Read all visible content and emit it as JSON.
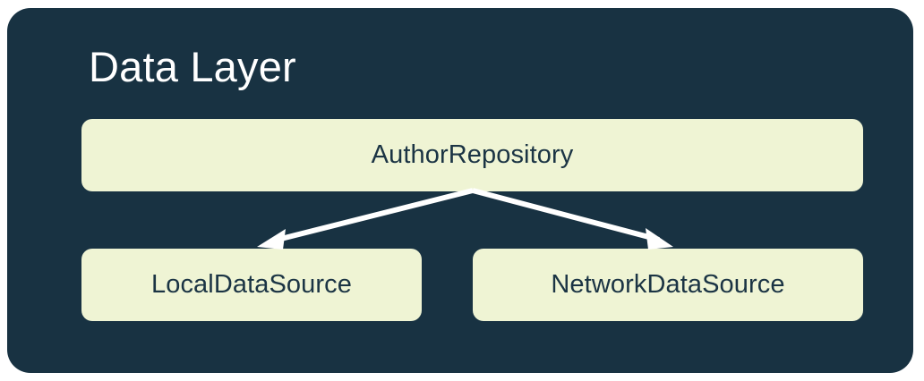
{
  "diagram": {
    "title": "Data Layer",
    "type": "architecture-layer-diagram",
    "colors": {
      "panel_background": "#183242",
      "page_background": "#ffffff",
      "node_fill": "#EFF4D4",
      "node_text": "#1B3444",
      "title_text": "#ffffff",
      "arrow": "#ffffff"
    },
    "nodes": {
      "repository": {
        "label": "AuthorRepository",
        "role": "repository"
      },
      "local": {
        "label": "LocalDataSource",
        "role": "data-source"
      },
      "network": {
        "label": "NetworkDataSource",
        "role": "data-source"
      }
    },
    "connections": [
      {
        "from": "AuthorRepository",
        "to": "LocalDataSource",
        "style": "arrow"
      },
      {
        "from": "AuthorRepository",
        "to": "NetworkDataSource",
        "style": "arrow"
      }
    ]
  }
}
